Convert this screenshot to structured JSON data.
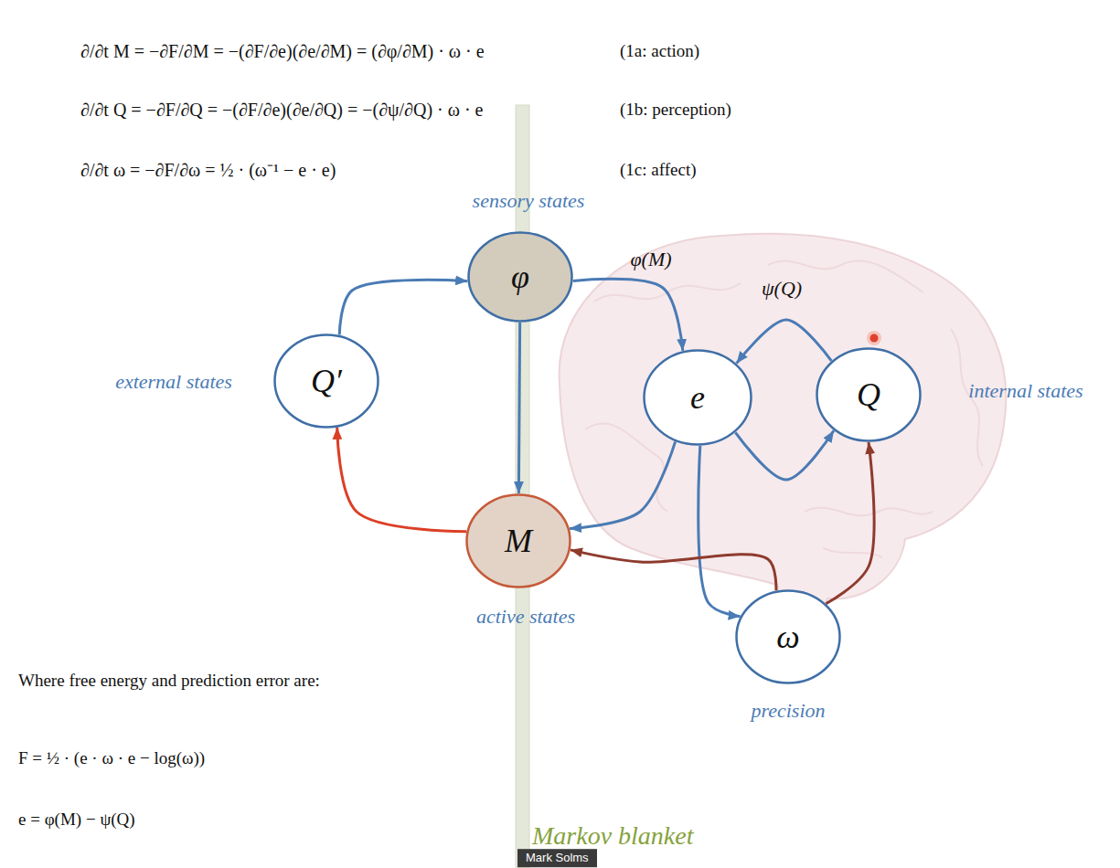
{
  "diagram": {
    "nodes": [
      {
        "text": [
          "φ",
          "sensory states"
        ]
      },
      {
        "text": [
          "Q′",
          "external states"
        ]
      },
      {
        "text": [
          "e"
        ]
      },
      {
        "text": [
          "Q",
          "internal states"
        ]
      },
      {
        "text": [
          "M",
          "active states"
        ]
      },
      {
        "text": [
          "ω",
          "precision"
        ]
      }
    ],
    "edges": [
      {
        "from": 1,
        "to": 0,
        "arrow": "to"
      },
      {
        "from": 0,
        "to": 2,
        "arrow": "to",
        "label": "φ(M)"
      },
      {
        "from": 3,
        "to": 2,
        "arrow": "to",
        "label": "ψ(Q)"
      },
      {
        "from": 0,
        "to": 4,
        "arrow": "to"
      },
      {
        "from": 4,
        "to": 1,
        "arrow": "to"
      },
      {
        "from": 2,
        "to": 3,
        "arrow": "to"
      },
      {
        "from": 2,
        "to": 4,
        "arrow": "to"
      },
      {
        "from": 2,
        "to": 5,
        "arrow": "to"
      },
      {
        "from": 5,
        "to": 4,
        "arrow": "to"
      },
      {
        "from": 5,
        "to": 3,
        "arrow": "to"
      }
    ],
    "labels": [
      "∂/∂t M = −∂F/∂M = −(∂F/∂e)(∂e/∂M) = (∂φ/∂M) · ω · e",
      "(1a: action)",
      "∂/∂t Q = −∂F/∂Q = −(∂F/∂e)(∂e/∂Q) = −(∂ψ/∂Q) · ω · e",
      "(1b: perception)",
      "∂/∂t ω = −∂F/∂ω = ½ · (ω⁻¹ − e · e)",
      "(1c: affect)",
      "Where free energy and prediction error are:",
      "F = ½ · (e · ω · e − log(ω))",
      "e = φ(M) − ψ(Q)",
      "Markov blanket",
      "Mark Solms"
    ]
  }
}
